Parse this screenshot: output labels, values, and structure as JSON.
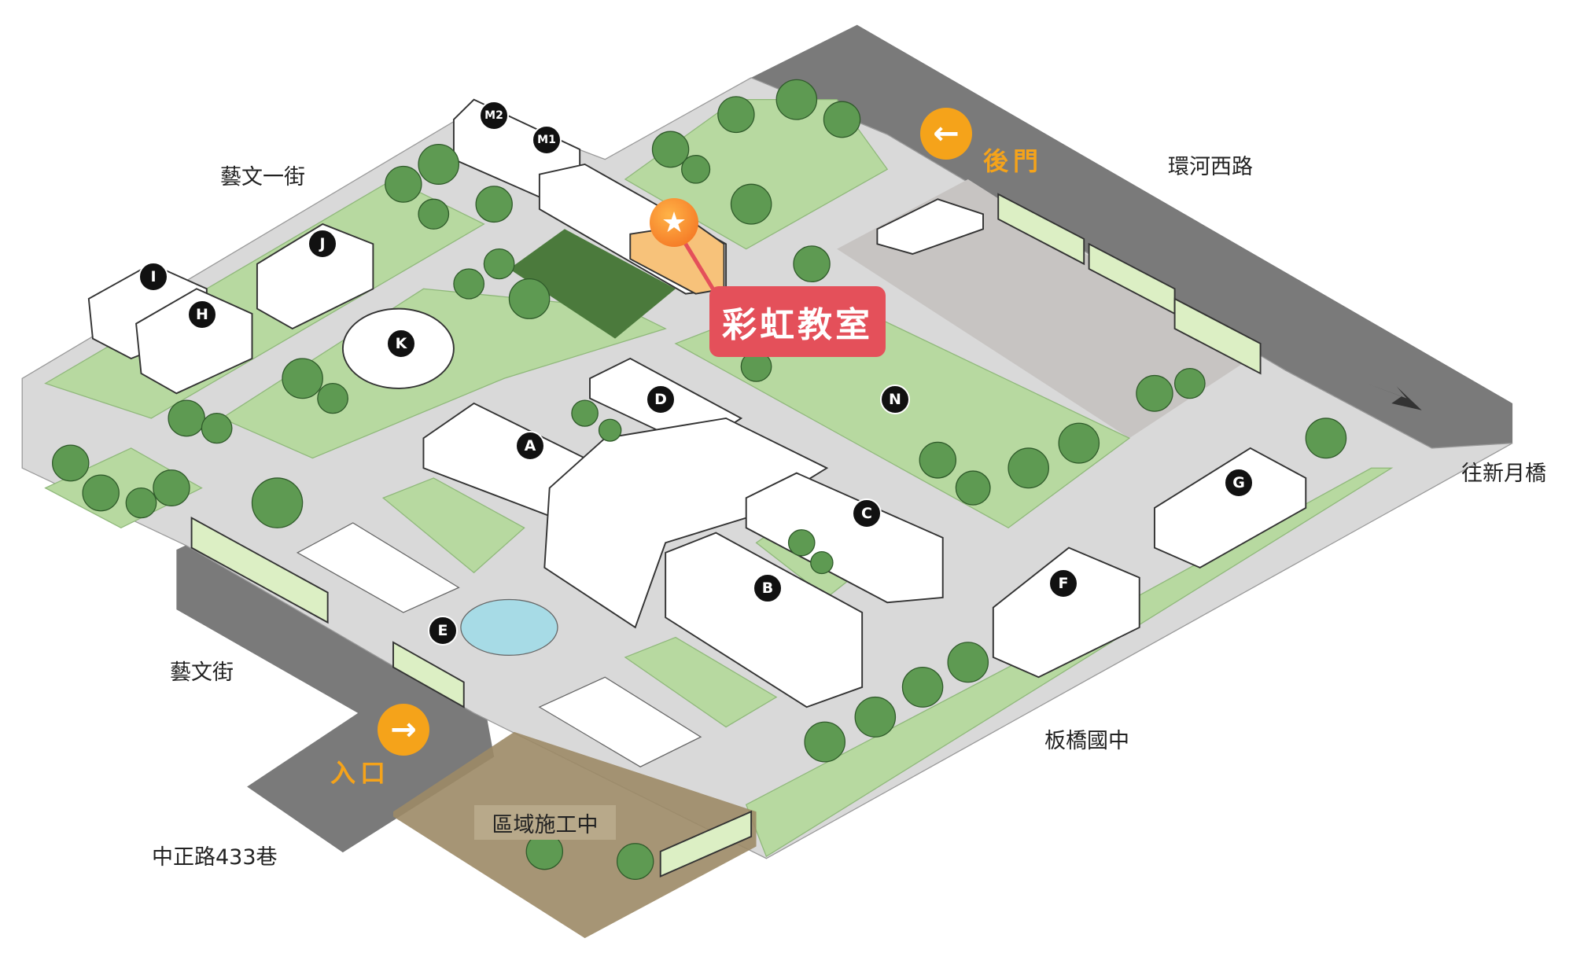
{
  "streets": {
    "yiwen_1st": "藝文一街",
    "huanhe_west": "環河西路",
    "to_xinyue_bridge": "往新月橋",
    "yiwen": "藝文街",
    "zhongzheng_433": "中正路433巷",
    "banqiao_jhs": "板橋國中"
  },
  "gates": {
    "back_gate": {
      "label": "後門",
      "icon": "arrow-left-icon",
      "glyph": "←"
    },
    "entrance": {
      "label": "入口",
      "icon": "arrow-right-icon",
      "glyph": "→"
    }
  },
  "highlight": {
    "label": "彩虹教室",
    "icon": "star-icon",
    "glyph": "★"
  },
  "construction": "區域施工中",
  "buildings": [
    "M2",
    "M1",
    "J",
    "I",
    "H",
    "K",
    "D",
    "A",
    "N",
    "C",
    "B",
    "E",
    "F",
    "G"
  ],
  "colors": {
    "road": "#7a7a7a",
    "ground": "#dcdcdc",
    "lawn": "#b7d9a0",
    "tree": "#5e9a52",
    "accent": "#f5a31a",
    "callout": "#e4505a",
    "construction": "#9c8a66"
  }
}
